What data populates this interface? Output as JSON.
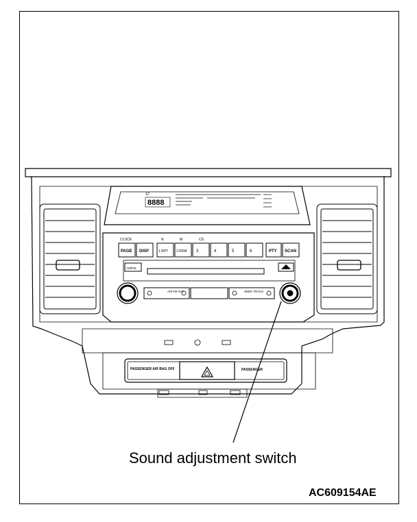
{
  "callout_label": "Sound adjustment switch",
  "figure_id": "AC609154AE",
  "display": {
    "segments": "8888",
    "top_left": "ST"
  },
  "buttons": {
    "page": "PAGE",
    "disp": "DISP",
    "b1": "1 RPT",
    "b2": "2 RDM",
    "b3": "3",
    "b4": "4",
    "b5": "5",
    "b6": "6",
    "pty": "PTY",
    "scan": "SCAN",
    "left_small": "AM/FM",
    "center_left": "AM FM SAT",
    "center_right": "SEEK TRACK"
  },
  "above_labels": {
    "above_page": "CLOCK",
    "above_b1": "N",
    "above_b2": "M",
    "above_b3": "CD"
  },
  "panel": {
    "passenger_airbag": "PASSENGER AIR BAG OFF",
    "passenger": "PASSENGER"
  }
}
